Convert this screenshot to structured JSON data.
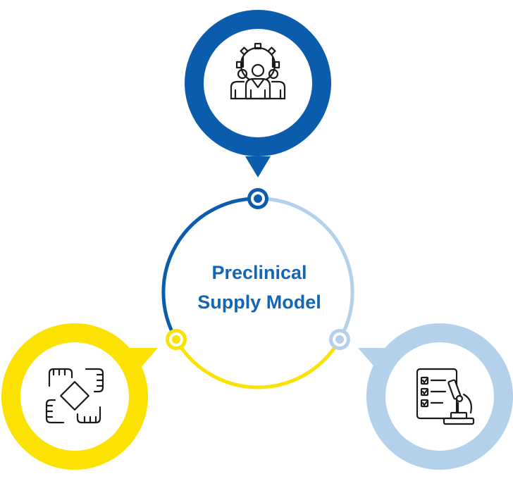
{
  "center": {
    "line1": "Preclinical",
    "line2": "Supply Model",
    "text_color": "#1565b3"
  },
  "colors": {
    "dark_blue": "#0b5cad",
    "light_blue": "#b3d1ea",
    "yellow": "#fbe200",
    "icon_stroke": "#1a1a1a"
  },
  "nodes": [
    {
      "id": "top",
      "icon": "team-gear-icon",
      "color": "dark_blue"
    },
    {
      "id": "left",
      "icon": "hands-collaboration-icon",
      "color": "yellow"
    },
    {
      "id": "right",
      "icon": "checklist-microscope-icon",
      "color": "light_blue"
    }
  ]
}
